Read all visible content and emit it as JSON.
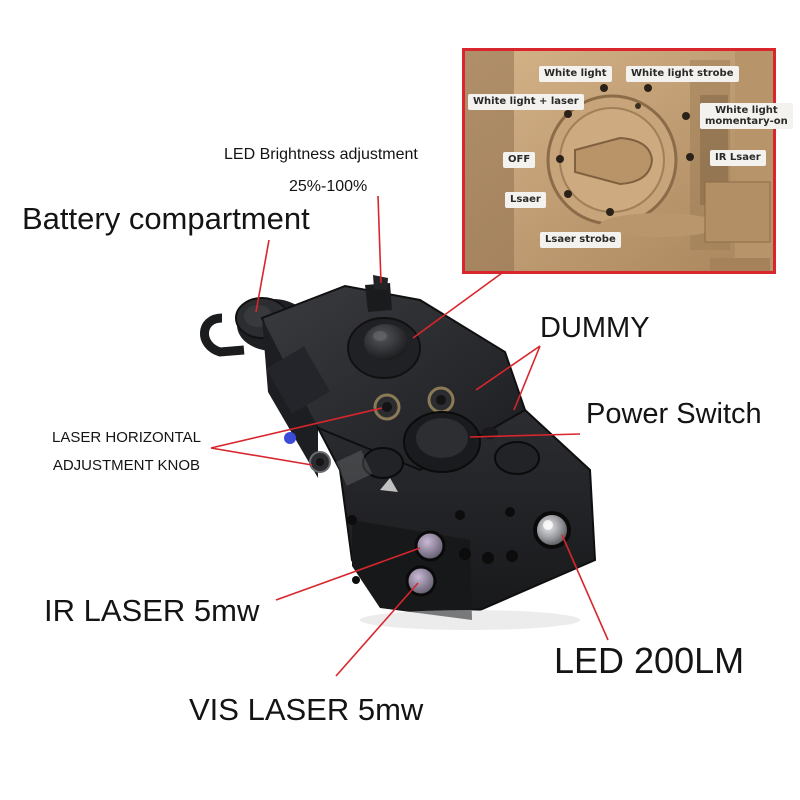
{
  "callouts": {
    "led_brightness": "LED Brightness adjustment",
    "led_brightness_range": "25%-100%",
    "battery": "Battery compartment",
    "dummy": "DUMMY",
    "power_switch": "Power Switch",
    "laser_knob_line1": "LASER HORIZONTAL",
    "laser_knob_line2": "ADJUSTMENT KNOB",
    "ir_laser": "IR LASER 5mw",
    "vis_laser": "VIS LASER 5mw",
    "led": "LED 200LM"
  },
  "inset": {
    "modes": {
      "white_light": "White light",
      "white_light_strobe": "White light strobe",
      "white_light_laser": "White light + laser",
      "white_light_momentary_1": "White light",
      "white_light_momentary_2": "momentary-on",
      "off": "OFF",
      "ir_laser": "IR Lsaer",
      "laser": "Lsaer",
      "laser_strobe": "Lsaer strobe"
    }
  },
  "colors": {
    "callout_line": "#d8262c",
    "inset_border": "#d8262c",
    "device_body": "#2a2b2e",
    "inset_tan": "#c8a57c"
  }
}
